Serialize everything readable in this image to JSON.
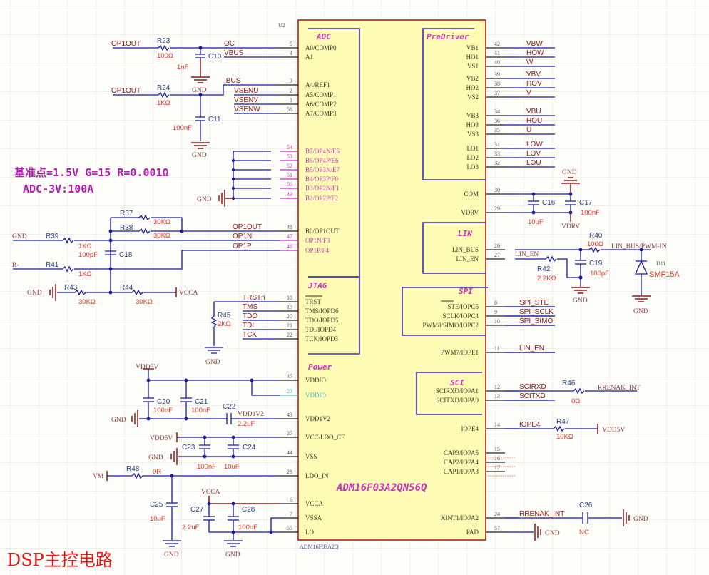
{
  "sheet": {
    "title": "DSP主控电路",
    "note_line1": "基准点=1.5V   G=15  R=0.001Ω",
    "note_line2": "ADC-3V:100A"
  },
  "chip": {
    "ref": "U2",
    "ref_label": "U2",
    "part": "ADM16F03A2QN56Q",
    "footer": "ADM16F03A2Q",
    "sections": {
      "adc": "ADC",
      "predriver": "PreDriver",
      "jtag": "JTAG",
      "power": "Power",
      "lin": "LIN",
      "spi": "SPI",
      "sci": "SCI"
    },
    "left_pins": [
      {
        "num": "5",
        "name": "A0/COMP0",
        "net": "OC"
      },
      {
        "num": "4",
        "name": "A1",
        "net": "VBUS"
      },
      {
        "num": "3",
        "name": "A4/REF1",
        "net": "IBUS"
      },
      {
        "num": "2",
        "name": "A5/COMP1",
        "net": "VSENU"
      },
      {
        "num": "1",
        "name": "A6/COMP2",
        "net": "VSENV"
      },
      {
        "num": "56",
        "name": "A7/COMP3",
        "net": "VSENW"
      },
      {
        "num": "54",
        "name": "B7/OP4N/E5",
        "net": ""
      },
      {
        "num": "53",
        "name": "B6/OP4P/E6",
        "net": ""
      },
      {
        "num": "52",
        "name": "B5/OP3N/E7",
        "net": ""
      },
      {
        "num": "51",
        "name": "B4/OP3P/F0",
        "net": ""
      },
      {
        "num": "50",
        "name": "B3/OP2N/F1",
        "net": ""
      },
      {
        "num": "49",
        "name": "B2/OP2P/F2",
        "net": ""
      },
      {
        "num": "48",
        "name": "B0/OP1OUT",
        "net": "OP1OUT"
      },
      {
        "num": "47",
        "name": "OP1N/F3",
        "net": "OP1N"
      },
      {
        "num": "46",
        "name": "OP1P/F4",
        "net": "OP1P"
      },
      {
        "num": "18",
        "name": "TRST",
        "net": "TRSTn"
      },
      {
        "num": "19",
        "name": "TMS/IOPD6",
        "net": "TMS"
      },
      {
        "num": "20",
        "name": "TDO/IOPD5",
        "net": "TDO"
      },
      {
        "num": "21",
        "name": "TDI/IOPD4",
        "net": "TDI"
      },
      {
        "num": "22",
        "name": "TCK/IOPD3",
        "net": "TCK"
      },
      {
        "num": "45",
        "name": "VDDIO",
        "net": ""
      },
      {
        "num": "23",
        "name": "VDDIO",
        "net": ""
      },
      {
        "num": "43",
        "name": "VDD1V2",
        "net": "VDD1V2"
      },
      {
        "num": "25",
        "name": "VCC/LDO_CE",
        "net": ""
      },
      {
        "num": "44",
        "name": "VSS",
        "net": ""
      },
      {
        "num": "28",
        "name": "LDO_IN",
        "net": ""
      },
      {
        "num": "6",
        "name": "VCCA",
        "net": ""
      },
      {
        "num": "7",
        "name": "VSSA",
        "net": ""
      },
      {
        "num": "55",
        "name": "LO",
        "net": ""
      }
    ],
    "right_pins": [
      {
        "num": "42",
        "name": "VB1",
        "net": "VBW"
      },
      {
        "num": "41",
        "name": "HO1",
        "net": "HOW"
      },
      {
        "num": "40",
        "name": "VS1",
        "net": "W"
      },
      {
        "num": "39",
        "name": "VB2",
        "net": "VBV"
      },
      {
        "num": "38",
        "name": "HO2",
        "net": "HOV"
      },
      {
        "num": "37",
        "name": "VS2",
        "net": "V"
      },
      {
        "num": "34",
        "name": "VB3",
        "net": "VBU"
      },
      {
        "num": "36",
        "name": "HO3",
        "net": "HOU"
      },
      {
        "num": "35",
        "name": "VS3",
        "net": "U"
      },
      {
        "num": "31",
        "name": "LO1",
        "net": "LOW"
      },
      {
        "num": "33",
        "name": "LO2",
        "net": "LOV"
      },
      {
        "num": "32",
        "name": "LO3",
        "net": "LOU"
      },
      {
        "num": "30",
        "name": "COM",
        "net": ""
      },
      {
        "num": "29",
        "name": "VDRV",
        "net": ""
      },
      {
        "num": "26",
        "name": "LIN_BUS",
        "net": ""
      },
      {
        "num": "27",
        "name": "LIN_EN",
        "net": "LIN_EN"
      },
      {
        "num": "8",
        "name": "STE/IOPC5",
        "net": "SPI_STE"
      },
      {
        "num": "9",
        "name": "SCLK/IOPC4",
        "net": "SPI_SCLK"
      },
      {
        "num": "10",
        "name": "PWM8/SIMO/IOPC2",
        "net": "SPI_SIMO"
      },
      {
        "num": "11",
        "name": "PWM7/IOPE1",
        "net": "LIN_EN"
      },
      {
        "num": "12",
        "name": "SCIRXD/IOPA1",
        "net": "SCIRXD"
      },
      {
        "num": "13",
        "name": "SCITXD/IOPA0",
        "net": "SCITXD"
      },
      {
        "num": "14",
        "name": "IOPE4",
        "net": "IOPE4"
      },
      {
        "num": "15",
        "name": "CAP3/IOPA5",
        "net": ""
      },
      {
        "num": "16",
        "name": "CAP2/IOPA4",
        "net": ""
      },
      {
        "num": "17",
        "name": "CAP1/IOPA3",
        "net": ""
      },
      {
        "num": "24",
        "name": "XINT1/IOPA2",
        "net": "RRENAK_INT"
      },
      {
        "num": "57",
        "name": "PAD",
        "net": ""
      }
    ]
  },
  "components": {
    "R23": {
      "ref": "R23",
      "value": "100Ω"
    },
    "R24": {
      "ref": "R24",
      "value": "1KΩ"
    },
    "C10": {
      "ref": "C10",
      "value": "1nF"
    },
    "C11": {
      "ref": "C11",
      "value": "100nF"
    },
    "R37": {
      "ref": "R37",
      "value": "30KΩ"
    },
    "R38": {
      "ref": "R38",
      "value": "30KΩ"
    },
    "R39": {
      "ref": "R39",
      "value": "1KΩ"
    },
    "C18": {
      "ref": "C18",
      "value": "100pF"
    },
    "R41": {
      "ref": "R41",
      "value": "1KΩ"
    },
    "R43": {
      "ref": "R43",
      "value": "30KΩ"
    },
    "R44": {
      "ref": "R44",
      "value": "30KΩ"
    },
    "R45": {
      "ref": "R45",
      "value": "2KΩ"
    },
    "C20": {
      "ref": "C20",
      "value": "100nF"
    },
    "C21": {
      "ref": "C21",
      "value": "100nF"
    },
    "C22": {
      "ref": "C22",
      "value": "2.2uF"
    },
    "C23": {
      "ref": "C23",
      "value": "100nF"
    },
    "C24": {
      "ref": "C24",
      "value": "10uF"
    },
    "R48": {
      "ref": "R48",
      "value": "0R"
    },
    "C25": {
      "ref": "C25",
      "value": "10uF"
    },
    "C27": {
      "ref": "C27",
      "value": "2.2uF"
    },
    "C28": {
      "ref": "C28",
      "value": "100nF"
    },
    "C16": {
      "ref": "C16",
      "value": "10uF"
    },
    "C17": {
      "ref": "C17",
      "value": "100nF"
    },
    "R40": {
      "ref": "R40",
      "value": "100Ω"
    },
    "R42": {
      "ref": "R42",
      "value": "2.2KΩ"
    },
    "C19": {
      "ref": "C19",
      "value": "100pF"
    },
    "D11": {
      "ref": "D11",
      "value": "SMF15A"
    },
    "R46": {
      "ref": "R46",
      "value": "0Ω"
    },
    "R47": {
      "ref": "R47",
      "value": "10KΩ"
    },
    "C26": {
      "ref": "C26",
      "value": "NC"
    }
  },
  "nets": {
    "op1out": "OP1OUT",
    "gnd": "GND",
    "r_minus": "R-",
    "vcca": "VCCA",
    "vdd5v": "VDD5V",
    "vm": "VM",
    "vdrv": "VDRV",
    "lin_bus_pwm": "LIN_BUS/PWM-IN",
    "rrenak_int": "RRENAK_INT",
    "op1n": "OP1N",
    "op1p": "OP1P"
  },
  "colors": {
    "background": "#fdfdf9",
    "grid": "#ecebe4",
    "chip_fill": "#fefbb4",
    "chip_border": "#b02020",
    "wire": "#1a1aa0",
    "section_text": "#cc33bb",
    "value_text": "#e8322a",
    "title_text": "#e81818"
  }
}
